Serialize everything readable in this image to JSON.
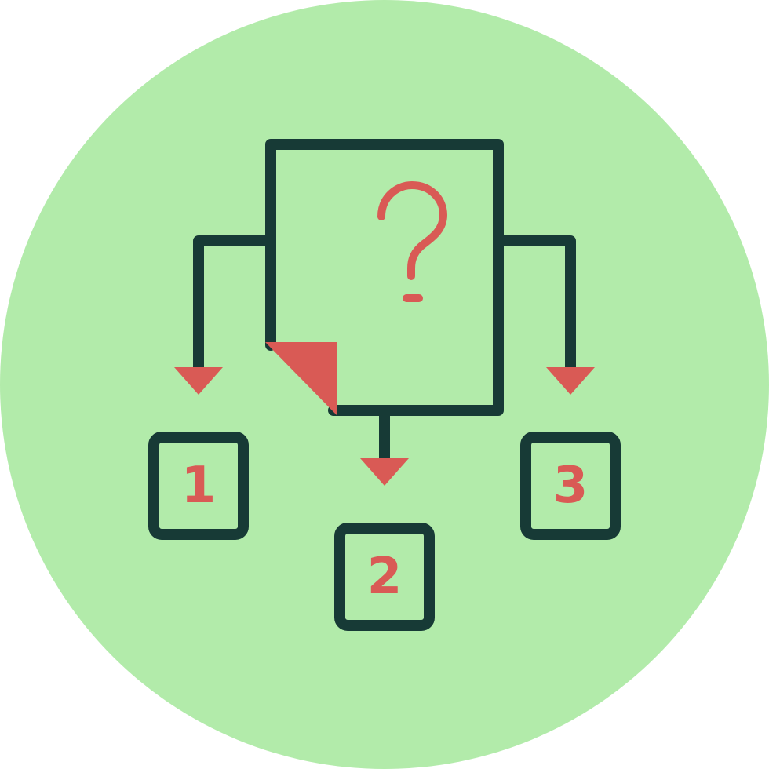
{
  "icon": {
    "name": "decision-flowchart-icon",
    "background_color": "#b2ebaa",
    "outline_color": "#173a36",
    "accent_color": "#d95a55",
    "center_symbol": "?",
    "options": [
      {
        "label": "1"
      },
      {
        "label": "2"
      },
      {
        "label": "3"
      }
    ]
  }
}
